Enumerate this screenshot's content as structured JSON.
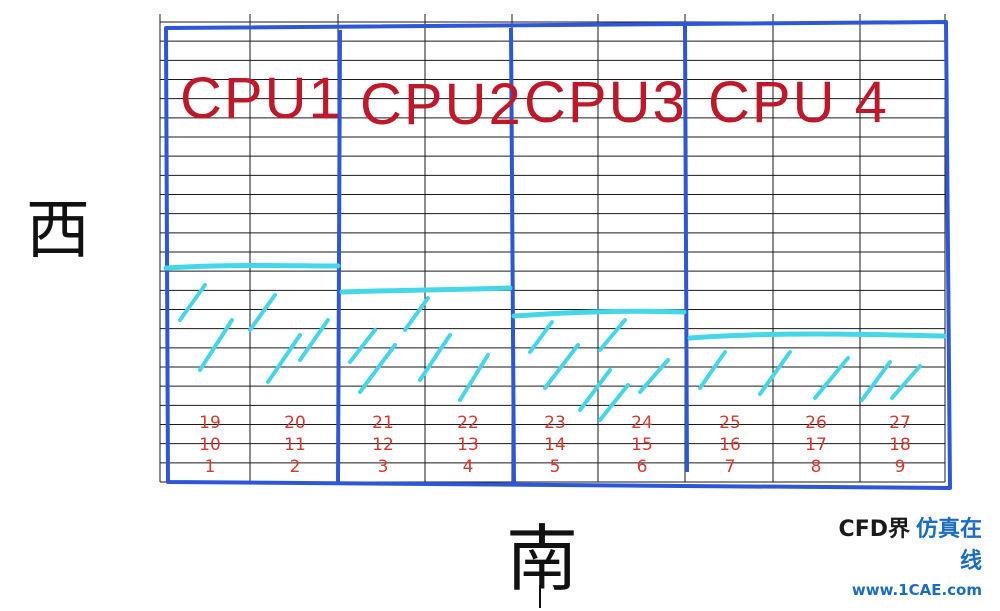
{
  "cpu_labels": [
    "CPU1",
    "CPU2",
    "CPU3",
    "CPU 4"
  ],
  "cell_numbers": {
    "row_top": [
      "19",
      "20",
      "21",
      "22",
      "23",
      "24",
      "25",
      "26",
      "27"
    ],
    "row_middle": [
      "10",
      "11",
      "12",
      "13",
      "14",
      "15",
      "16",
      "17",
      "18"
    ],
    "row_bottom": [
      "1",
      "2",
      "3",
      "4",
      "5",
      "6",
      "7",
      "8",
      "9"
    ]
  },
  "direction_labels": {
    "west": "西",
    "south": "南"
  },
  "watermark": {
    "brand": "CFD界",
    "site_cn": "仿真在线",
    "url": "www.1CAE.com"
  },
  "colors": {
    "grid": "#1a1a1a",
    "partition": "#2d56d9",
    "fill_line": "#45d6ea",
    "cpu_text": "#c0182b",
    "numbers": "#d43a2f"
  }
}
